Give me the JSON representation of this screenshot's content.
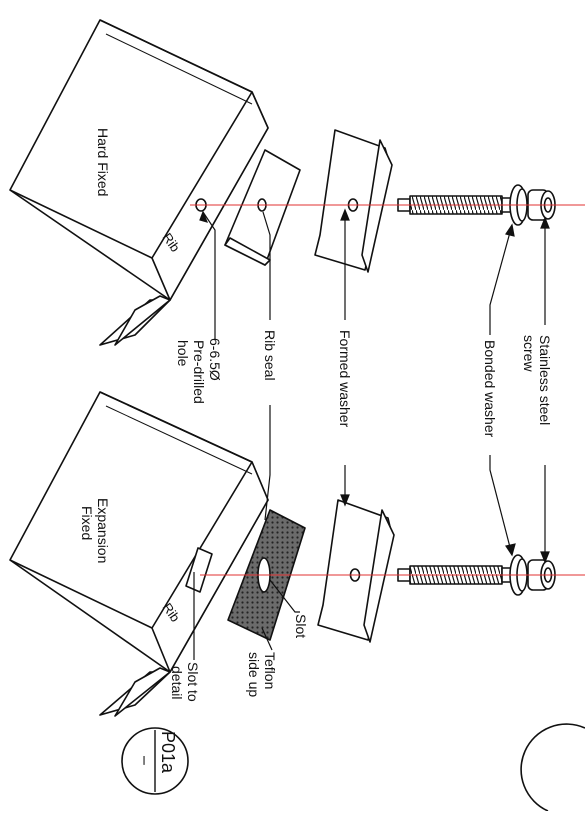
{
  "panels": {
    "hard_fixed": {
      "title": "Hard Fixed",
      "rib": "Rib",
      "hole_label_1": "6-6.5Ø",
      "hole_label_2": "Pre-drilled",
      "hole_label_3": "hole"
    },
    "expansion_fixed": {
      "title_1": "Expansion",
      "title_2": "Fixed",
      "rib": "Rib",
      "slot_detail_1": "Slot to",
      "slot_detail_2": "detail",
      "teflon_1": "Teflon",
      "teflon_2": "side up",
      "slot": "Slot"
    }
  },
  "labels": {
    "rib_seal": "Rib seal",
    "formed_washer": "Formed washer",
    "bonded_washer": "Bonded washer",
    "stainless_1": "Stainless steel",
    "stainless_2": "screw"
  },
  "detail_ref": {
    "top": "P01a",
    "bottom": "–"
  },
  "colors": {
    "line": "#111111",
    "axis": "#e03030",
    "hatch": "#444444"
  }
}
